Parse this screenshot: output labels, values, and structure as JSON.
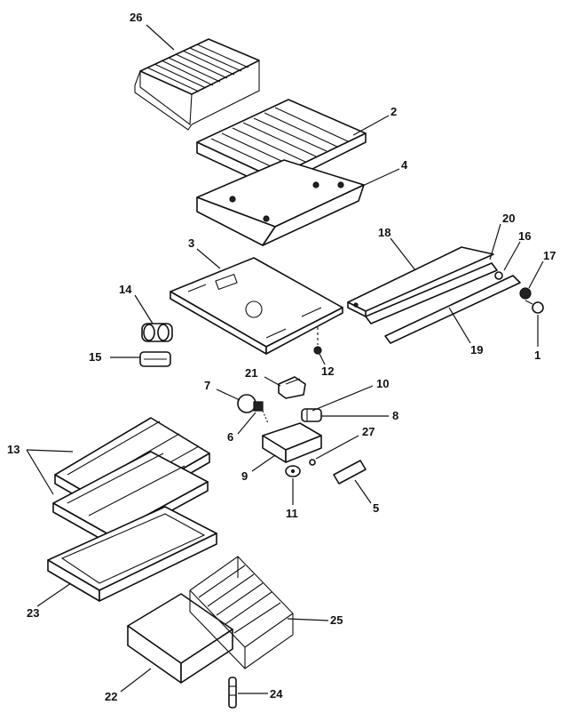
{
  "diagram": {
    "callouts": [
      {
        "id": "26",
        "text": "26"
      },
      {
        "id": "2",
        "text": "2"
      },
      {
        "id": "4",
        "text": "4"
      },
      {
        "id": "3",
        "text": "3"
      },
      {
        "id": "18",
        "text": "18"
      },
      {
        "id": "20",
        "text": "20"
      },
      {
        "id": "16",
        "text": "16"
      },
      {
        "id": "17",
        "text": "17"
      },
      {
        "id": "14",
        "text": "14"
      },
      {
        "id": "15",
        "text": "15"
      },
      {
        "id": "19",
        "text": "19"
      },
      {
        "id": "1",
        "text": "1"
      },
      {
        "id": "12",
        "text": "12"
      },
      {
        "id": "21",
        "text": "21"
      },
      {
        "id": "7",
        "text": "7"
      },
      {
        "id": "10",
        "text": "10"
      },
      {
        "id": "8",
        "text": "8"
      },
      {
        "id": "6",
        "text": "6"
      },
      {
        "id": "27",
        "text": "27"
      },
      {
        "id": "13",
        "text": "13"
      },
      {
        "id": "9",
        "text": "9"
      },
      {
        "id": "11",
        "text": "11"
      },
      {
        "id": "5",
        "text": "5"
      },
      {
        "id": "23",
        "text": "23"
      },
      {
        "id": "25",
        "text": "25"
      },
      {
        "id": "22",
        "text": "22"
      },
      {
        "id": "24",
        "text": "24"
      }
    ]
  }
}
